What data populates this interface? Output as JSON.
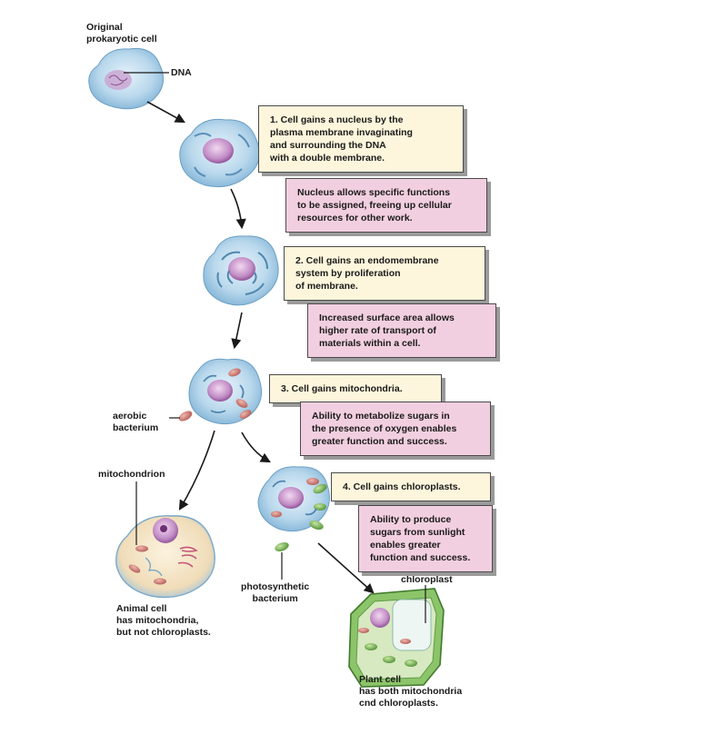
{
  "labels": {
    "original_cell": "Original\nprokaryotic cell",
    "dna": "DNA",
    "aerobic_bacterium": "aerobic\nbacterium",
    "mitochondrion": "mitochondrion",
    "photosynthetic_bacterium": "photosynthetic\nbacterium",
    "chloroplast": "chloroplast",
    "animal_cell": "Animal cell\nhas mitochondria,\nbut not chloroplasts.",
    "plant_cell": "Plant cell\nhas both mitochondria\ncnd chloroplasts."
  },
  "steps": [
    {
      "text": "1. Cell gains a nucleus by the\n    plasma membrane invaginating\n    and surrounding the DNA\n    with a double membrane.",
      "benefit": "Nucleus allows specific functions\nto be assigned, freeing up cellular\nresources for other work."
    },
    {
      "text": "2. Cell gains an endomembrane\n    system by proliferation\n    of membrane.",
      "benefit": "Increased surface area allows\nhigher rate of transport of\nmaterials within a cell."
    },
    {
      "text": "3. Cell gains mitochondria.",
      "benefit": "Ability to metabolize sugars in\nthe presence of oxygen enables\ngreater function and success."
    },
    {
      "text": "4. Cell gains chloroplasts.",
      "benefit": "Ability to produce\nsugars from sunlight\nenables greater\nfunction and success."
    }
  ],
  "colors": {
    "step_box": "#fdf6dc",
    "benefit_box": "#f2cfe0",
    "cell_fill": "#a9cde6",
    "nucleus": "#b07ab8",
    "mitochondrion": "#c2706a",
    "chloroplast": "#6fa84f"
  }
}
